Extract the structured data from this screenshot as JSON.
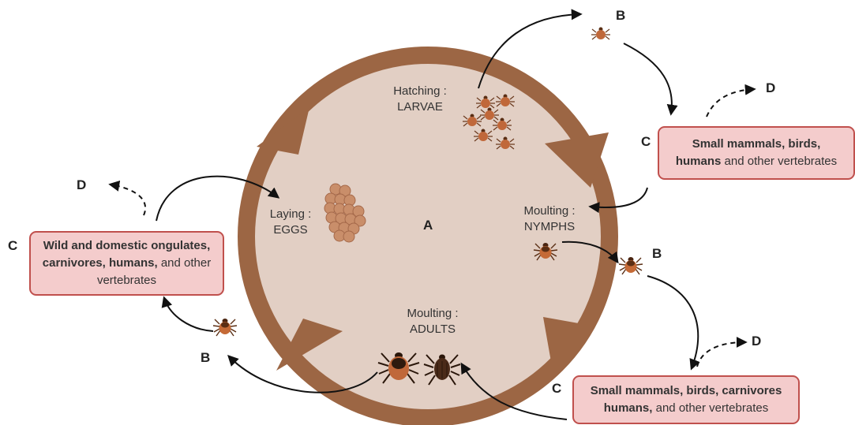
{
  "colors": {
    "ring": "#9c6644",
    "ring_fill": "#e2cfc4",
    "host_box_fill": "#f4cccc",
    "host_box_border": "#c0504d",
    "tick_body": "#a0522d",
    "arrow": "#111111"
  },
  "center_label": "A",
  "stages": {
    "larvae": {
      "line1": "Hatching :",
      "line2": "LARVAE"
    },
    "eggs": {
      "line1": "Laying :",
      "line2": "EGGS"
    },
    "nymphs": {
      "line1": "Moulting :",
      "line2": "NYMPHS"
    },
    "adults": {
      "line1": "Moulting :",
      "line2": "ADULTS"
    }
  },
  "letters": {
    "b_top": "B",
    "d_top": "D",
    "c_top_right": "C",
    "b_mid_right": "B",
    "d_bottom_right": "D",
    "c_bottom_right": "C",
    "d_left": "D",
    "c_left": "C",
    "b_left": "B"
  },
  "hosts": {
    "top_right": {
      "bold1": "Small mammals, birds,",
      "bold2": "humans",
      "rest": " and other vertebrates"
    },
    "left": {
      "bold1": "Wild and domestic ongulates,",
      "bold2": "carnivores, humans,",
      "rest": " and other vertebrates"
    },
    "bottom_right": {
      "bold1": "Small mammals, birds, carnivores",
      "bold2": "humans,",
      "rest": " and other vertebrates"
    }
  },
  "icons": {
    "eggs": "egg-cluster-icon",
    "larva": "larva-tick-icon",
    "nymph": "nymph-tick-icon",
    "adult": "adult-tick-icon"
  }
}
